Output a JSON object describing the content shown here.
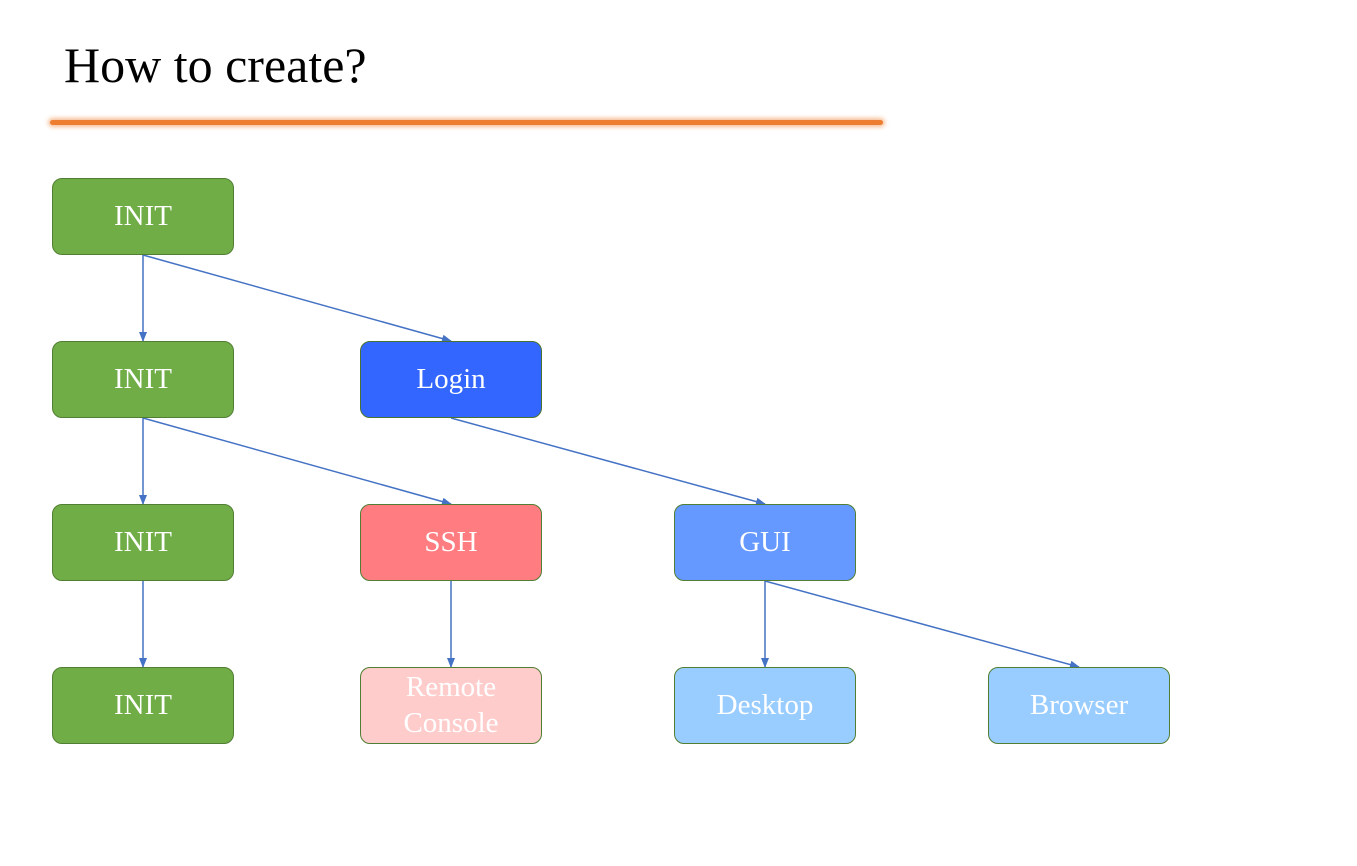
{
  "title": "How to create?",
  "colors": {
    "accent_line": "#ed7d31",
    "init": "#70ad47",
    "login": "#3366ff",
    "ssh": "#ff7c80",
    "gui": "#6699ff",
    "remote_console": "#ffcccc",
    "desktop": "#99ccff",
    "browser": "#99ccff",
    "edge": "#4472c4"
  },
  "nodes": [
    {
      "id": "init1",
      "label": "INIT"
    },
    {
      "id": "init2",
      "label": "INIT"
    },
    {
      "id": "login",
      "label": "Login"
    },
    {
      "id": "init3",
      "label": "INIT"
    },
    {
      "id": "ssh",
      "label": "SSH"
    },
    {
      "id": "gui",
      "label": "GUI"
    },
    {
      "id": "init4",
      "label": "INIT"
    },
    {
      "id": "remote",
      "label": "Remote Console"
    },
    {
      "id": "desktop",
      "label": "Desktop"
    },
    {
      "id": "browser",
      "label": "Browser"
    }
  ],
  "edges": [
    {
      "from": "init1",
      "to": "init2"
    },
    {
      "from": "init1",
      "to": "login"
    },
    {
      "from": "init2",
      "to": "init3"
    },
    {
      "from": "init2",
      "to": "ssh"
    },
    {
      "from": "login",
      "to": "gui"
    },
    {
      "from": "init3",
      "to": "init4"
    },
    {
      "from": "ssh",
      "to": "remote"
    },
    {
      "from": "gui",
      "to": "desktop"
    },
    {
      "from": "gui",
      "to": "browser"
    }
  ]
}
